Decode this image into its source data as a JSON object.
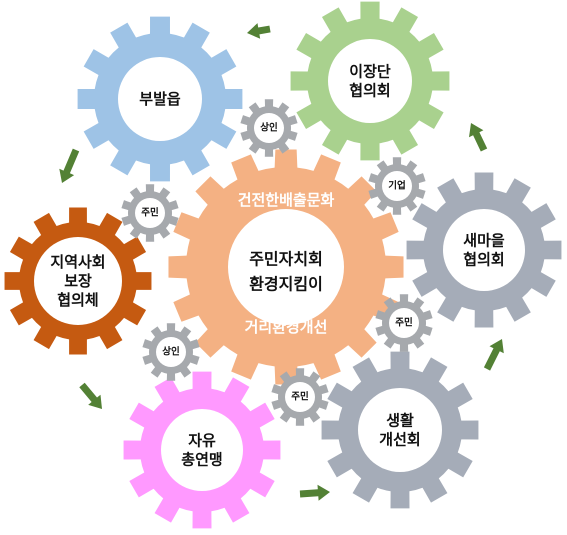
{
  "colors": {
    "blue_gear": "#9ec3e6",
    "green_gear": "#a9d18e",
    "gray_gear": "#a5acb8",
    "small_gear": "#a6a9ad",
    "orange_gear": "#f4b183",
    "brown_gear": "#c55a11",
    "pink_gear": "#ff99ff",
    "arrow": "#538135",
    "center_blue": "#2f5597",
    "hub": "#ffffff"
  },
  "center": {
    "top_text": "건전한배출문화",
    "title": "주민자치회",
    "subtitle": "환경지킴이",
    "bottom_text": "거리환경개선"
  },
  "gears": {
    "bubaleup": {
      "lines": [
        "부발읍"
      ]
    },
    "ijangdan": {
      "lines": [
        "이장단",
        "협의회"
      ]
    },
    "saemaeul": {
      "lines": [
        "새마을",
        "협의회"
      ]
    },
    "saenghwal": {
      "lines": [
        "생활",
        "개선회"
      ]
    },
    "jayu": {
      "lines": [
        "자유",
        "총연맹"
      ]
    },
    "jiyeok": {
      "lines": [
        "지역사회",
        "보장",
        "협의체"
      ]
    }
  },
  "small_gears": {
    "sangin_top": "상인",
    "gieop": "기업",
    "jumin_left": "주민",
    "jumin_right": "주민",
    "sangin_bottom": "상인",
    "jumin_bottom": "주민"
  },
  "arrow_icons": [
    "arrow-icon"
  ]
}
